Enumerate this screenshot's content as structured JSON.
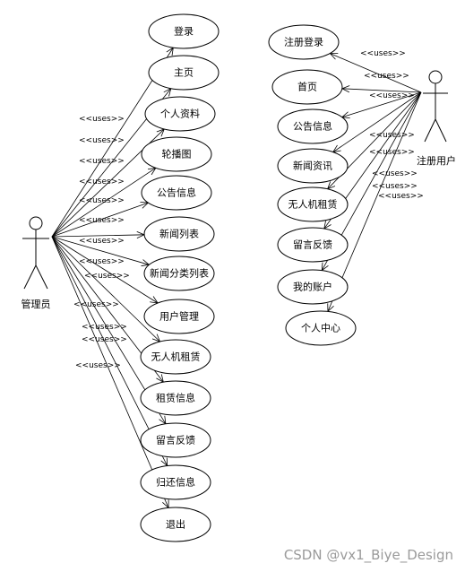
{
  "admin": {
    "name": "管理员",
    "use_cases": [
      "登录",
      "主页",
      "个人资料",
      "轮播图",
      "公告信息",
      "新闻列表",
      "新闻分类列表",
      "用户管理",
      "无人机租赁",
      "租赁信息",
      "留言反馈",
      "归还信息",
      "退出"
    ]
  },
  "user": {
    "name": "注册用户",
    "use_cases": [
      "注册登录",
      "首页",
      "公告信息",
      "新闻资讯",
      "无人机租赁",
      "留言反馈",
      "我的账户",
      "个人中心"
    ]
  },
  "relation_label": "<<uses>>",
  "watermark": "CSDN @vx1_Biye_Design"
}
